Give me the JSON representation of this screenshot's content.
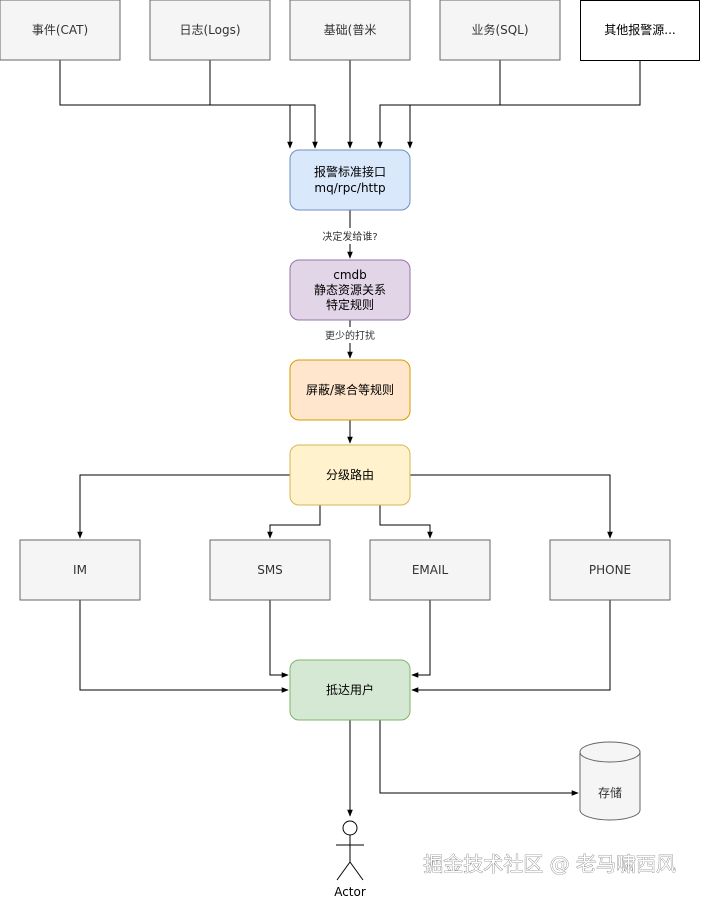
{
  "sources": {
    "cat": "事件(CAT)",
    "logs": "日志(Logs)",
    "base": "基础(普米",
    "sql": "业务(SQL)",
    "other": "其他报警源..."
  },
  "gateway": {
    "line1": "报警标准接口",
    "line2": "mq/rpc/http"
  },
  "edge_labels": {
    "decide": "决定发给谁?",
    "less": "更少的打扰"
  },
  "cmdb": {
    "line1": "cmdb",
    "line2": "静态资源关系",
    "line3": "特定规则"
  },
  "shield": "屏蔽/聚合等规则",
  "router": "分级路由",
  "channels": {
    "im": "IM",
    "sms": "SMS",
    "email": "EMAIL",
    "phone": "PHONE"
  },
  "reach": "抵达用户",
  "storage": "存储",
  "actor": "Actor",
  "watermark": "掘金技术社区 @ 老马啸西风",
  "colors": {
    "gray_fill": "#f5f5f5",
    "gray_stroke": "#666666",
    "blue_fill": "#dae8fc",
    "blue_stroke": "#6c8ebf",
    "purple_fill": "#e1d5e7",
    "purple_stroke": "#9673a6",
    "orange_fill": "#ffe6cc",
    "orange_stroke": "#d79b00",
    "yellow_fill": "#fff2cc",
    "yellow_stroke": "#d6b656",
    "green_fill": "#d5e8d4",
    "green_stroke": "#82b366"
  }
}
